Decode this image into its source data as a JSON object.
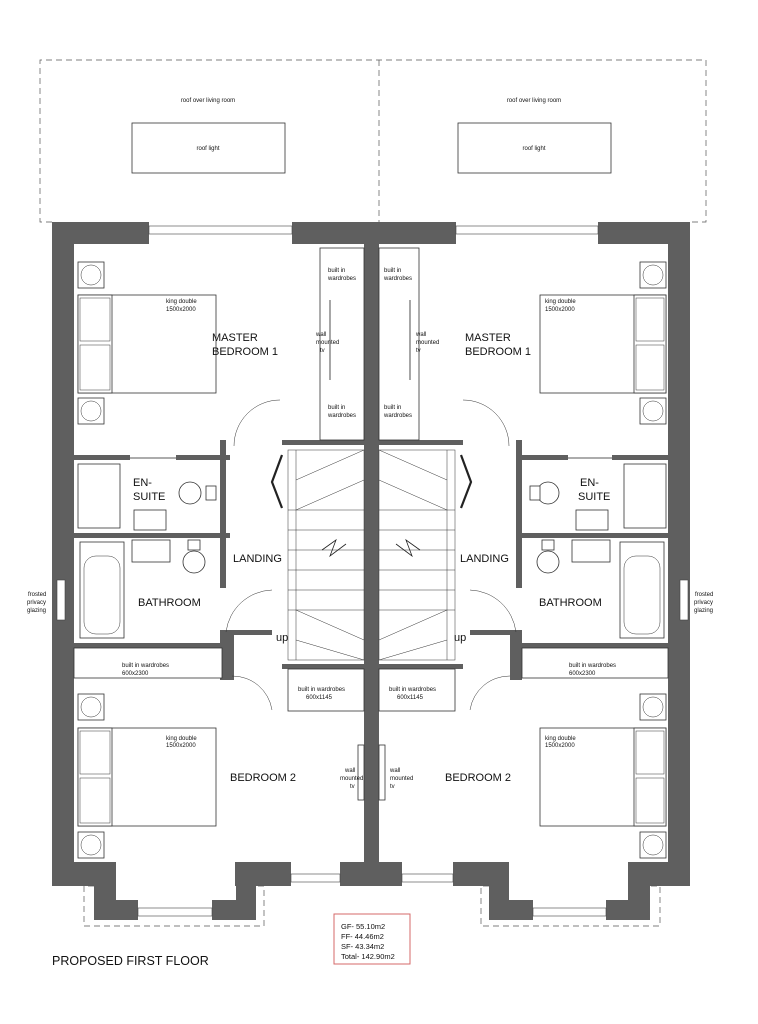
{
  "plan": {
    "title": "PROPOSED FIRST FLOOR",
    "areas": [
      "GF- 55.10m2",
      "FF- 44.46m2",
      "SF- 43.34m2",
      "Total- 142.90m2"
    ],
    "units": [
      {
        "roof_label": "roof over living room",
        "roof_light": "roof light",
        "master_bedroom": [
          "MASTER",
          "BEDROOM 1"
        ],
        "king_double": [
          "king double",
          "1500x2000"
        ],
        "built_in_wardrobes_top": [
          "built in",
          "wardrobes"
        ],
        "wall_mounted_tv": [
          "wall",
          "mounted",
          "tv"
        ],
        "built_in_wardrobes_mid": [
          "built in",
          "wardrobes"
        ],
        "ensuite": [
          "EN-",
          "SUITE"
        ],
        "landing": "LANDING",
        "bathroom": "BATHROOM",
        "up": "up",
        "wardrobes_wide": [
          "built in wardrobes",
          "600x2300"
        ],
        "wardrobes_small": [
          "built in wardrobes",
          "600x1145"
        ],
        "bedroom2": "BEDROOM 2",
        "king_double_2": [
          "king double",
          "1500x2000"
        ],
        "wall_mounted_tv_2": [
          "wall",
          "mounted",
          "tv"
        ],
        "frosted": [
          "frosted",
          "privacy",
          "glazing"
        ]
      },
      {
        "roof_label": "roof over living room",
        "roof_light": "roof light",
        "master_bedroom": [
          "MASTER",
          "BEDROOM 1"
        ],
        "king_double": [
          "king double",
          "1500x2000"
        ],
        "built_in_wardrobes_top": [
          "built in",
          "wardrobes"
        ],
        "wall_mounted_tv": [
          "wall",
          "mounted",
          "tv"
        ],
        "built_in_wardrobes_mid": [
          "built in",
          "wardrobes"
        ],
        "ensuite": [
          "EN-",
          "SUITE"
        ],
        "landing": "LANDING",
        "bathroom": "BATHROOM",
        "up": "up",
        "wardrobes_wide": [
          "built in wardrobes",
          "600x2300"
        ],
        "wardrobes_small": [
          "built in wardrobes",
          "600x1145"
        ],
        "bedroom2": "BEDROOM 2",
        "king_double_2": [
          "king double",
          "1500x2000"
        ],
        "wall_mounted_tv_2": [
          "wall",
          "mounted",
          "tv"
        ],
        "frosted": [
          "frosted",
          "privacy",
          "glazing"
        ]
      }
    ]
  }
}
